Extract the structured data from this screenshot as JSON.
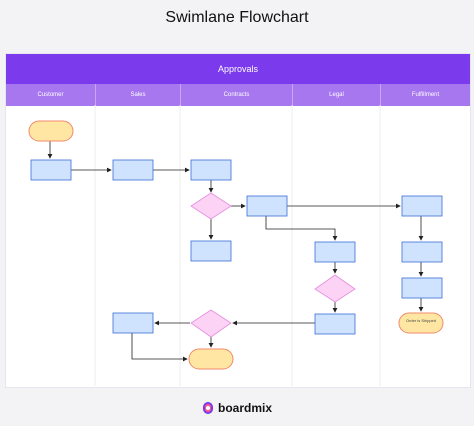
{
  "page": {
    "title": "Swimlane Flowchart"
  },
  "pool": {
    "title": "Approvals",
    "lanes": [
      "Customer",
      "Sales",
      "Contracts",
      "Legal",
      "Fulfillment"
    ]
  },
  "nodes": {
    "end_label": "Order is Shipped"
  },
  "brand": {
    "name": "boardmix"
  },
  "colors": {
    "header_dark": "#7c3aed",
    "header_light": "#a777f0",
    "process_fill": "#cfe3ff",
    "process_stroke": "#3b6ed6",
    "decision_fill": "#fcd2f5",
    "decision_stroke": "#e58be0",
    "terminal_fill": "#ffe7a3",
    "terminal_stroke": "#f08a6c"
  }
}
